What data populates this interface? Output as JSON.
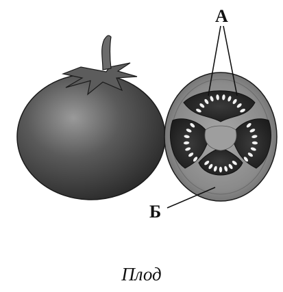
{
  "labels": {
    "a": "А",
    "b": "Б"
  },
  "caption": "Плод",
  "colors": {
    "whole_fruit": "#4a4a4a",
    "flesh": "#8f8f8f",
    "locule": "#2a2a2a",
    "seed": "#f2f2f2",
    "stem": "#6b6b6b"
  }
}
